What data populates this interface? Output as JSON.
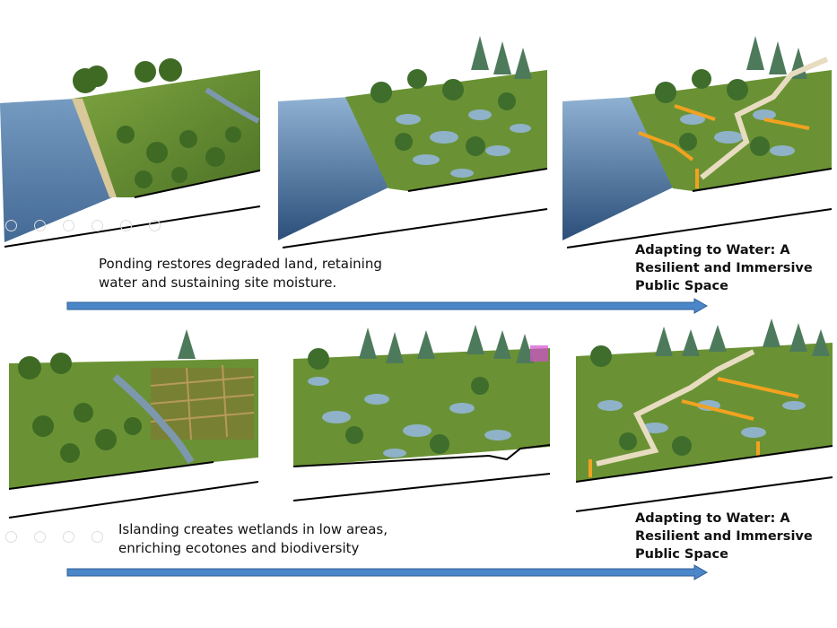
{
  "row1": {
    "caption_line1": "Ponding restores degraded land, retaining",
    "caption_line2": "water and sustaining site moisture.",
    "title_line1": "Adapting to Water: A",
    "title_line2": "Resilient and Immersive",
    "title_line3": "Public Space"
  },
  "row2": {
    "caption_line1": "Islanding creates wetlands in low areas,",
    "caption_line2": "enriching ecotones and biodiversity",
    "title_line1": "Adapting to Water: A",
    "title_line2": "Resilient and Immersive",
    "title_line3": "Public Space"
  },
  "colors": {
    "arrow_fill": "#4a86c8",
    "arrow_stroke": "#2f5f96",
    "water": "#5b84b0",
    "vegetation": "#5f8a2e",
    "boardwalk": "#f2a21f"
  }
}
